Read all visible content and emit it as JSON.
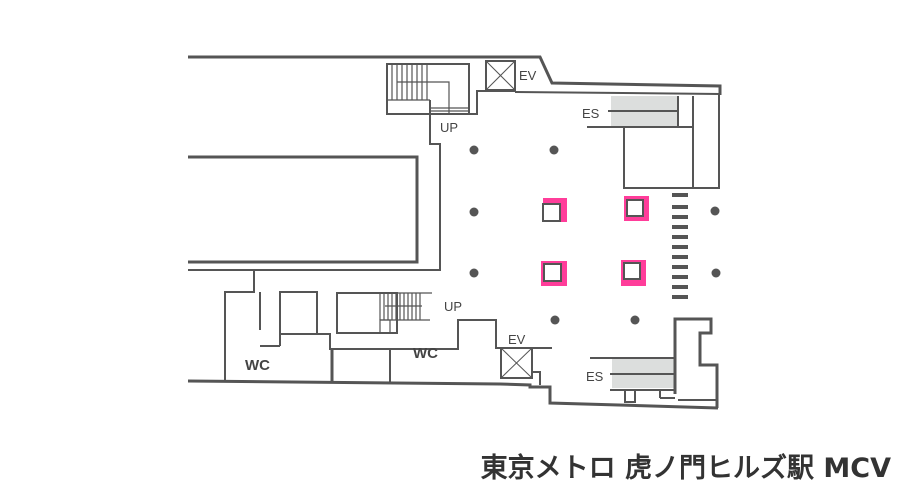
{
  "title": "東京メトロ 虎ノ門ヒルズ駅 MCV",
  "labels": {
    "ev_top": "EV",
    "ev_bottom": "EV",
    "es_top": "ES",
    "es_bottom": "ES",
    "up_top": "UP",
    "up_bottom": "UP",
    "wc_left": "WC",
    "wc_right": "WC"
  },
  "colors": {
    "wall": "#555555",
    "highlight": "#ff3d9a",
    "escalator": "#dcdedd"
  }
}
